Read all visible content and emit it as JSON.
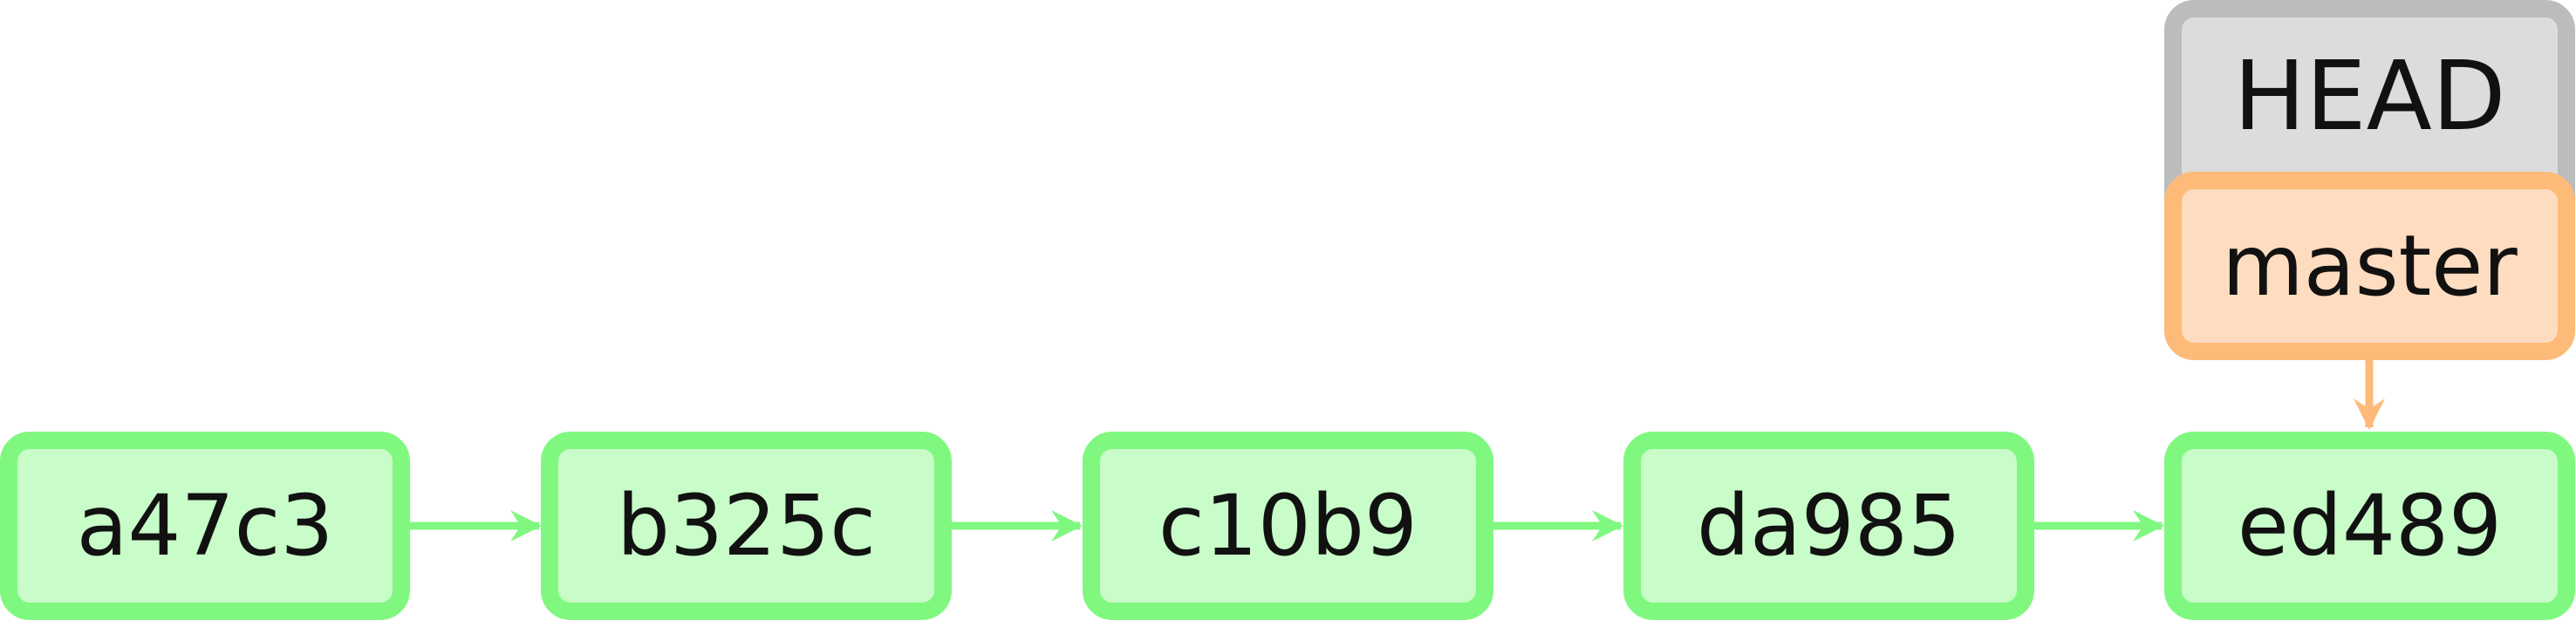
{
  "commits": [
    {
      "id": "a47c3"
    },
    {
      "id": "b325c"
    },
    {
      "id": "c10b9"
    },
    {
      "id": "da985"
    },
    {
      "id": "ed489"
    }
  ],
  "head": {
    "label": "HEAD"
  },
  "branch": {
    "label": "master",
    "target": "ed489"
  },
  "colors": {
    "commit_fill": "#c8fcc8",
    "commit_stroke": "#80f880",
    "arrow": "#80f880",
    "head_fill": "#dcdcdc",
    "head_stroke": "#bcbcbc",
    "branch_fill": "#fedcc0",
    "branch_stroke": "#feba78",
    "branch_arrow": "#feba78"
  }
}
